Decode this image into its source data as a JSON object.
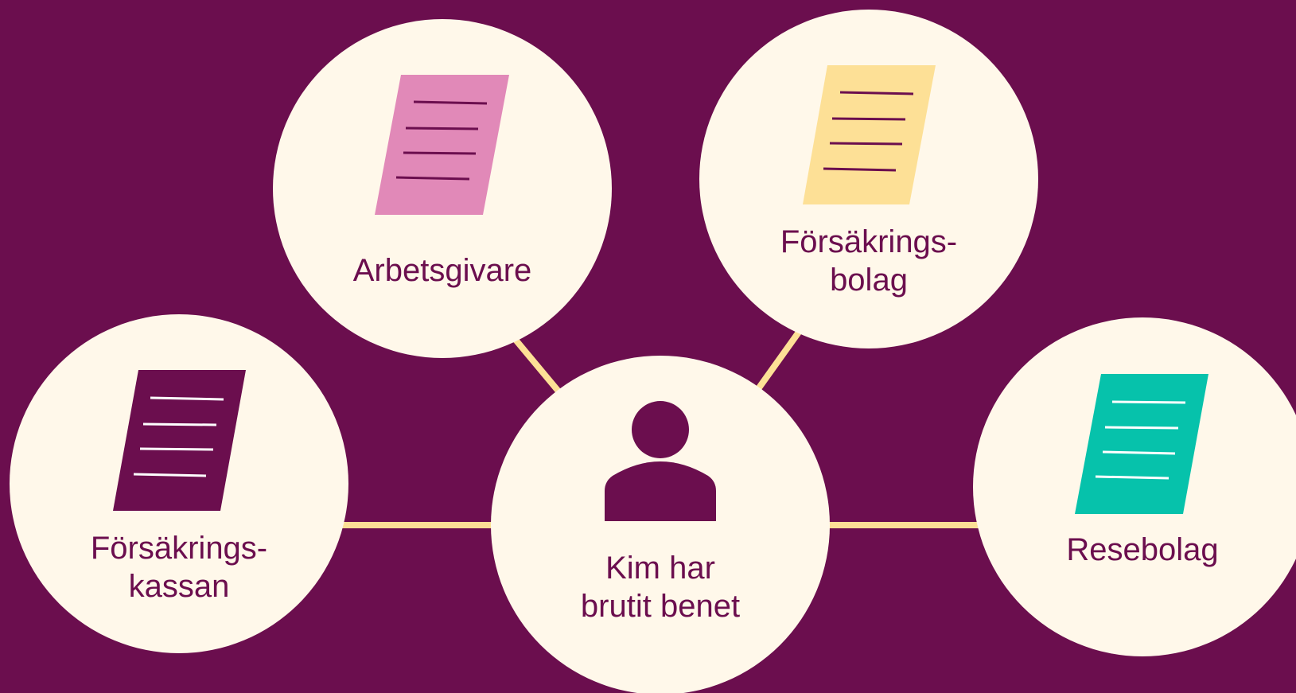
{
  "colors": {
    "background": "#6b0e4e",
    "circle_fill": "#fff8ea",
    "connector": "#fde096",
    "text": "#6b0e4e"
  },
  "center": {
    "icon": "person-icon",
    "label_line1": "Kim har",
    "label_line2": "brutit benet"
  },
  "nodes": {
    "arbetsgivare": {
      "label": "Arbetsgivare",
      "icon": "document-icon",
      "color": "#e189b8",
      "line_color": "#6b0e4e"
    },
    "forsakringsbolag": {
      "label_line1": "Försäkrings-",
      "label_line2": "bolag",
      "icon": "document-icon",
      "color": "#fde096",
      "line_color": "#6b0e4e"
    },
    "forsakringskassan": {
      "label_line1": "Försäkrings-",
      "label_line2": "kassan",
      "icon": "document-icon",
      "color": "#6b0e4e",
      "line_color": "#ffffff"
    },
    "resebolag": {
      "label": "Resebolag",
      "icon": "document-icon",
      "color": "#06c2ab",
      "line_color": "#ffffff"
    }
  }
}
